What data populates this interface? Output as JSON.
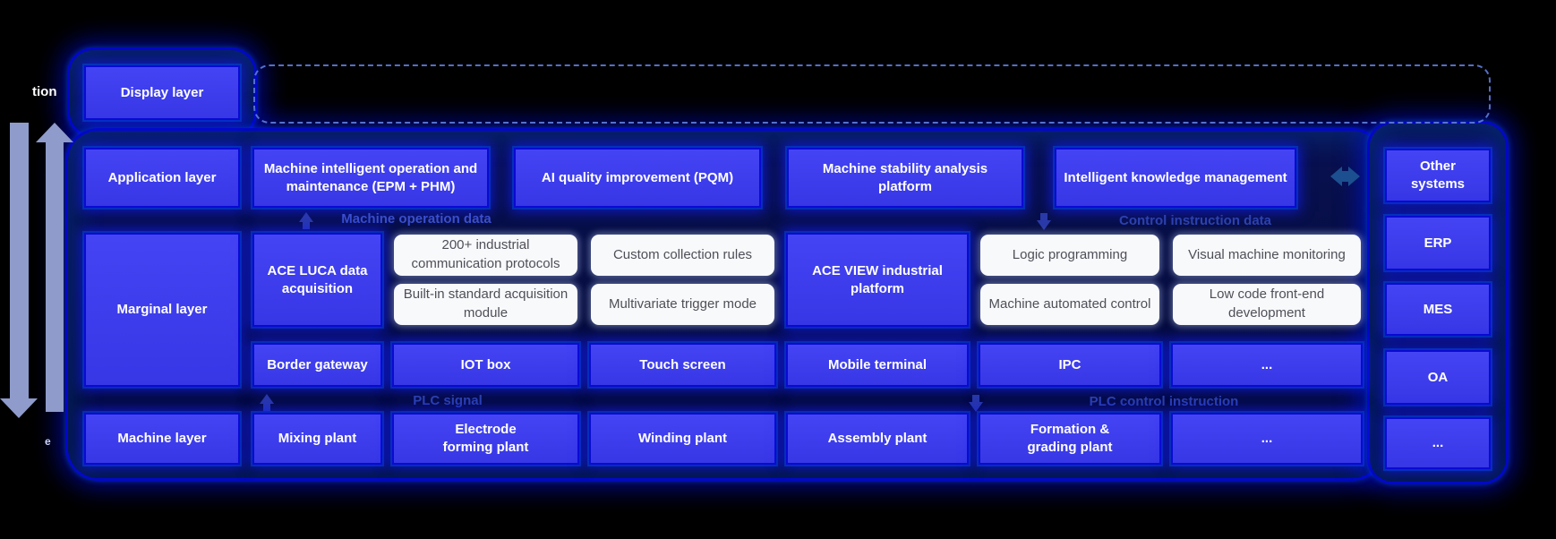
{
  "layer_labels": {
    "display": "Display layer",
    "application": "Application layer",
    "marginal": "Marginal layer",
    "machine": "Machine layer"
  },
  "application_row": [
    "Machine intelligent operation and maintenance (EPM + PHM)",
    "AI quality improvement (PQM)",
    "Machine stability analysis platform",
    "Intelligent knowledge management"
  ],
  "flow_labels": {
    "machine_operation_data": "Machine operation data",
    "control_instruction_data": "Control instruction data",
    "plc_signal": "PLC signal",
    "plc_control_instruction": "PLC control instruction"
  },
  "marginal_platforms": {
    "ace_luca": "ACE LUCA data acquisition",
    "ace_view": "ACE VIEW industrial platform"
  },
  "capability_cards": {
    "col3": [
      "200+ industrial communication protocols",
      "Built-in standard acquisition module"
    ],
    "col4": [
      "Custom collection rules",
      "Multivariate trigger mode"
    ],
    "col6": [
      "Logic programming",
      "Machine automated control"
    ],
    "col7": [
      "Visual machine monitoring",
      "Low code front-end development"
    ]
  },
  "device_row": [
    "Border gateway",
    "IOT box",
    "Touch screen",
    "Mobile terminal",
    "IPC",
    "..."
  ],
  "machine_row": [
    "Mixing plant",
    "Electrode forming plant",
    "Winding plant",
    "Assembly plant",
    "Formation & grading plant",
    "..."
  ],
  "external_systems": [
    "Other systems",
    "ERP",
    "MES",
    "OA",
    "..."
  ],
  "clipped_fragments": {
    "top_left": "tion",
    "bottom_left": "e"
  },
  "colors": {
    "box_blue": "#3d3df0",
    "glow_blue": "#0a0ad2",
    "white_card_bg": "#f8f9fb",
    "white_card_text": "#4f4f58",
    "flow_label_blue": "#3a4fd0",
    "side_arrow_gray_blue": "#8e9bcb",
    "double_arrow_blue": "#1c4f8f",
    "dashed_border_blue": "#5f7cdb",
    "background": "#000000"
  }
}
